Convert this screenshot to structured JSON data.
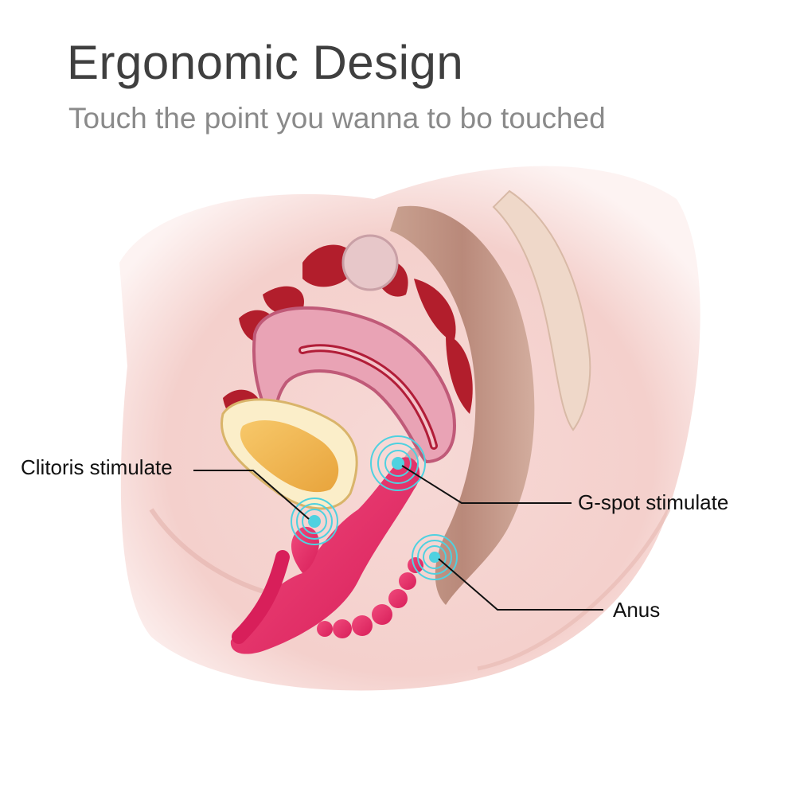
{
  "header": {
    "title": "Ergonomic Design",
    "subtitle": "Touch the point you wanna to bo touched"
  },
  "callouts": {
    "clitoris": "Clitoris stimulate",
    "gspot": "G-spot stimulate",
    "anus": "Anus"
  },
  "colors": {
    "title": "#3f3f3f",
    "subtitle": "#8a8a8a",
    "product": "#e8336a",
    "vibration_rings": "#4fd1e0",
    "leader_lines": "#111111"
  }
}
